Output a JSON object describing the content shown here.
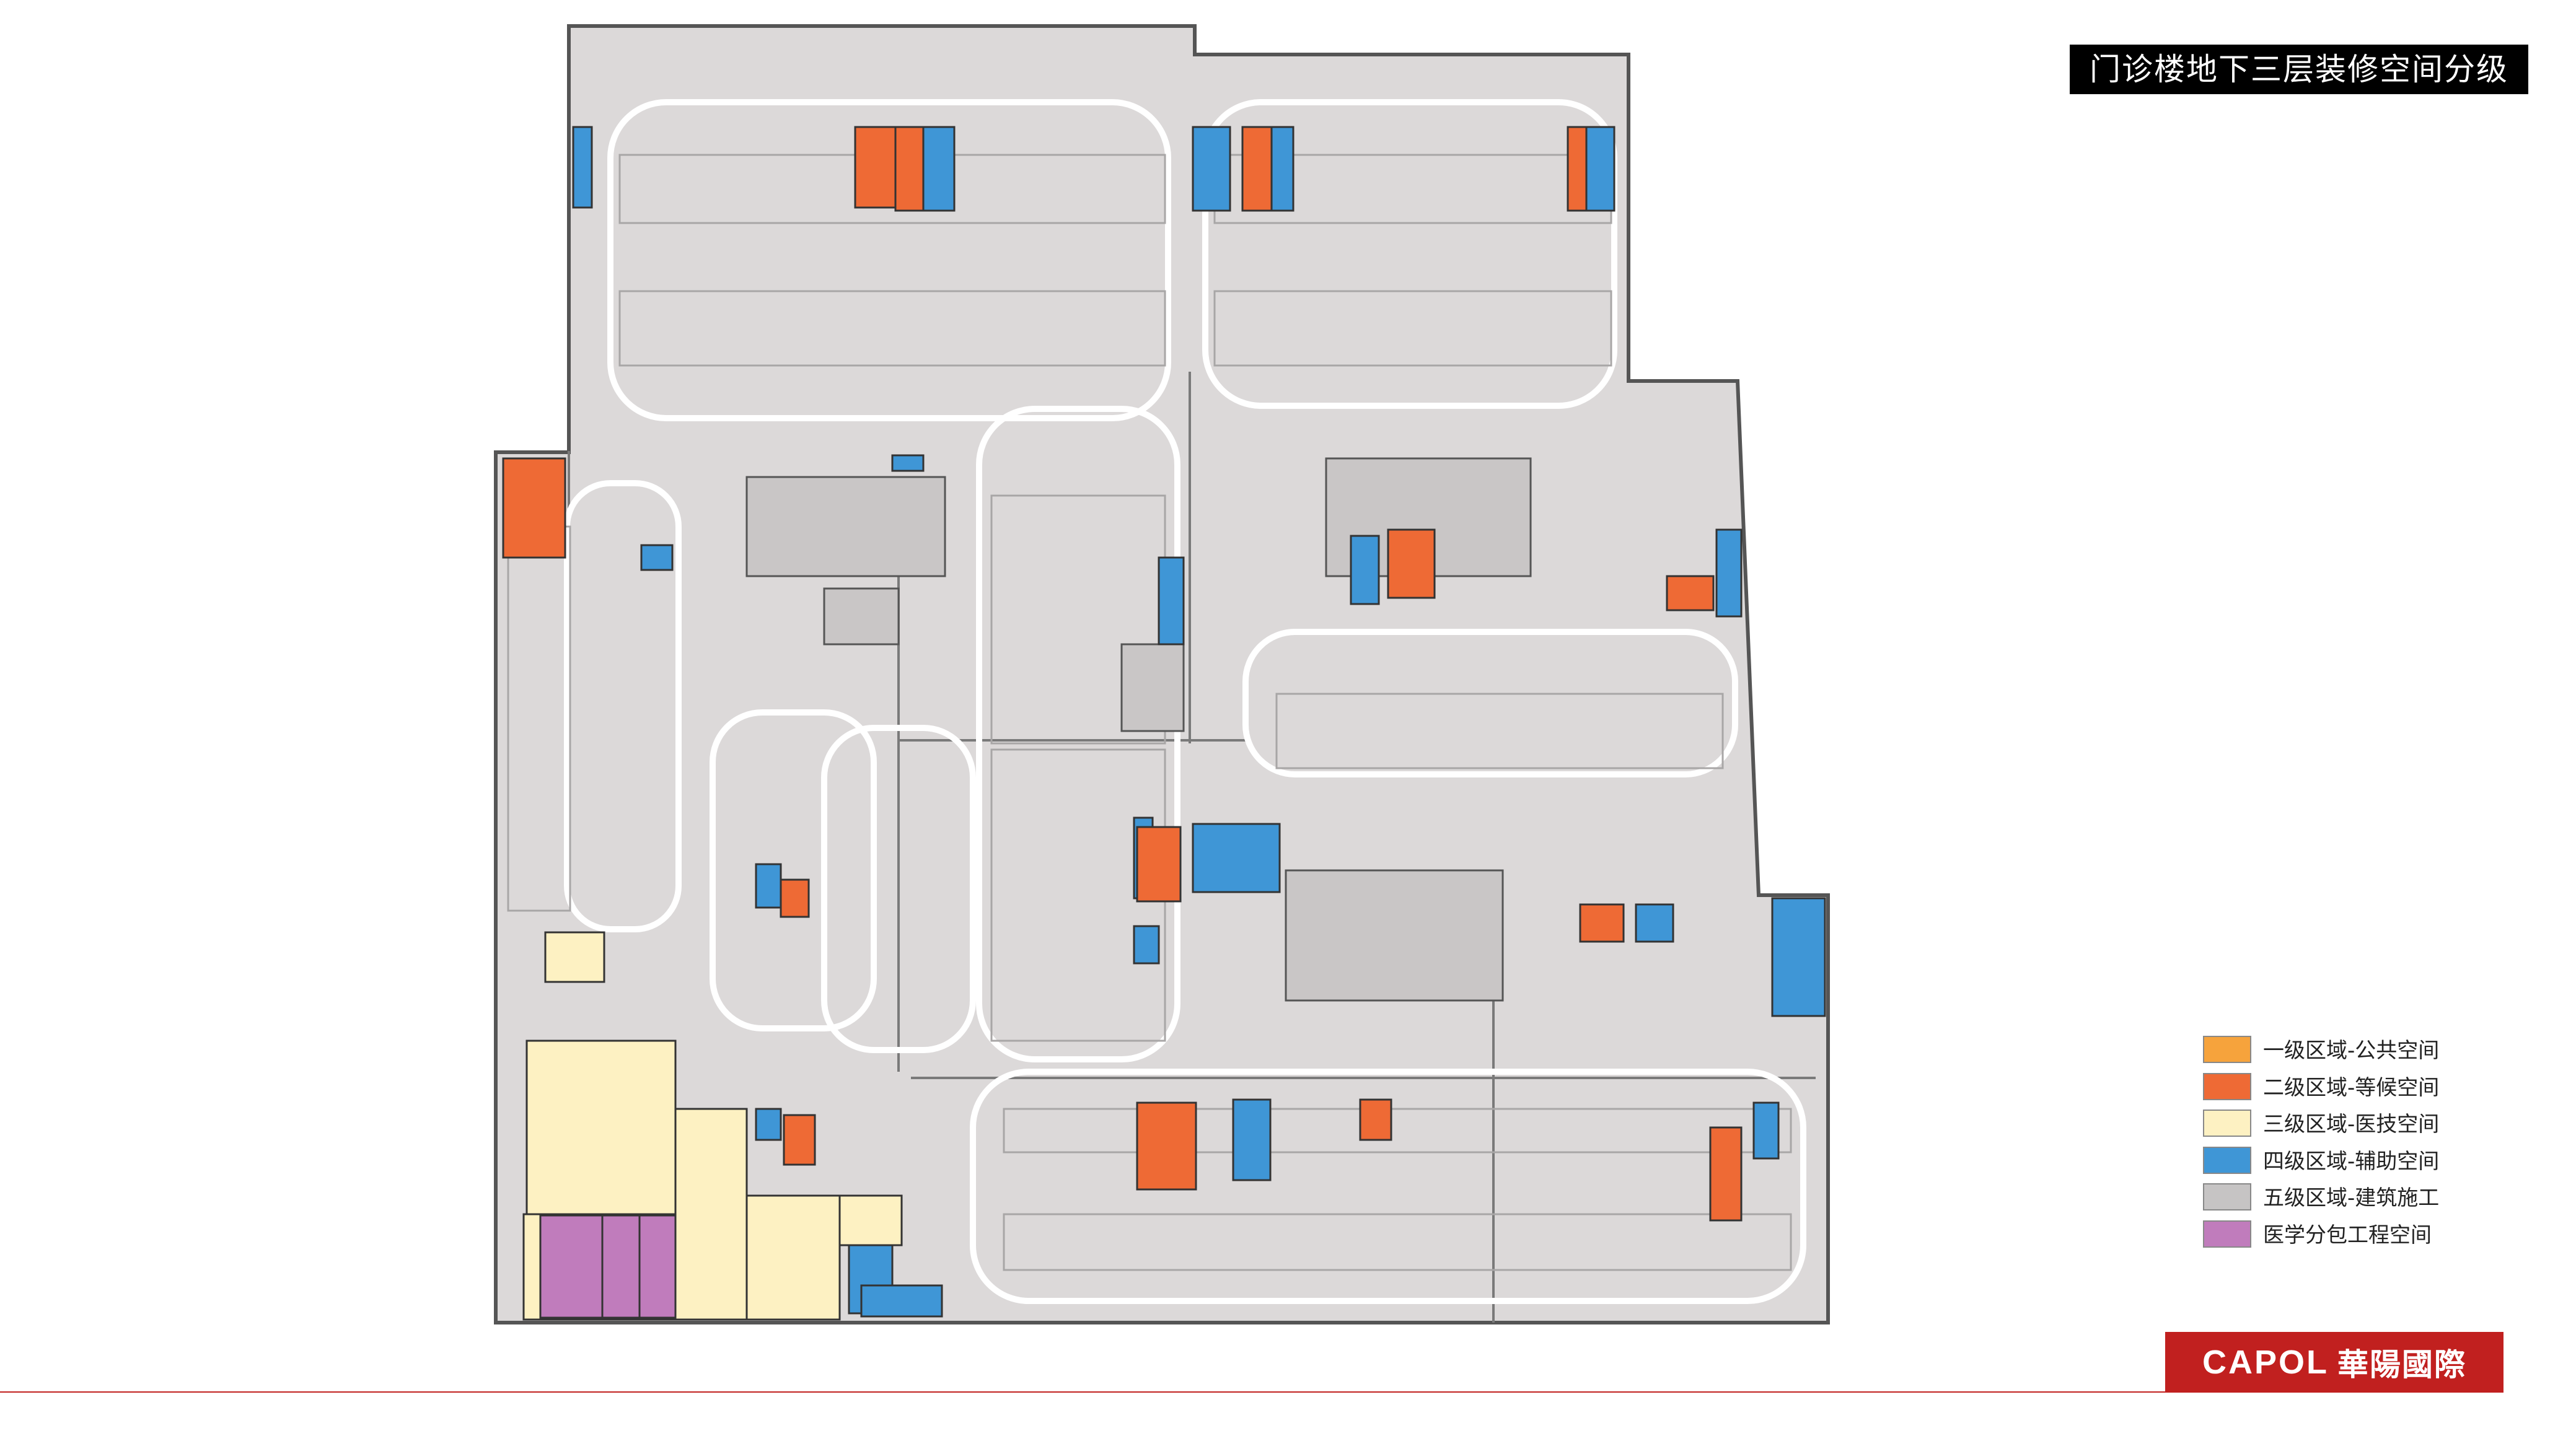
{
  "title": "门诊楼地下三层装修空间分级",
  "colors": {
    "level1": "#f6a33c",
    "level2": "#ee6a35",
    "level3": "#fdf1c2",
    "level4": "#3f96d6",
    "level5": "#c6c4c4",
    "medical": "#c07cbc",
    "plan_floor": "#dcd9d9",
    "wall": "#555555"
  },
  "legend": [
    {
      "label": "一级区域-公共空间",
      "color": "#f6a33c"
    },
    {
      "label": "二级区域-等候空间",
      "color": "#ee6a35"
    },
    {
      "label": "三级区域-医技空间",
      "color": "#fdf1c2"
    },
    {
      "label": "四级区域-辅助空间",
      "color": "#3f96d6"
    },
    {
      "label": "五级区域-建筑施工",
      "color": "#c6c4c4"
    },
    {
      "label": "医学分包工程空间",
      "color": "#c07cbc"
    }
  ],
  "logo": {
    "en": "CAPOL",
    "cn": "華陽國際"
  }
}
